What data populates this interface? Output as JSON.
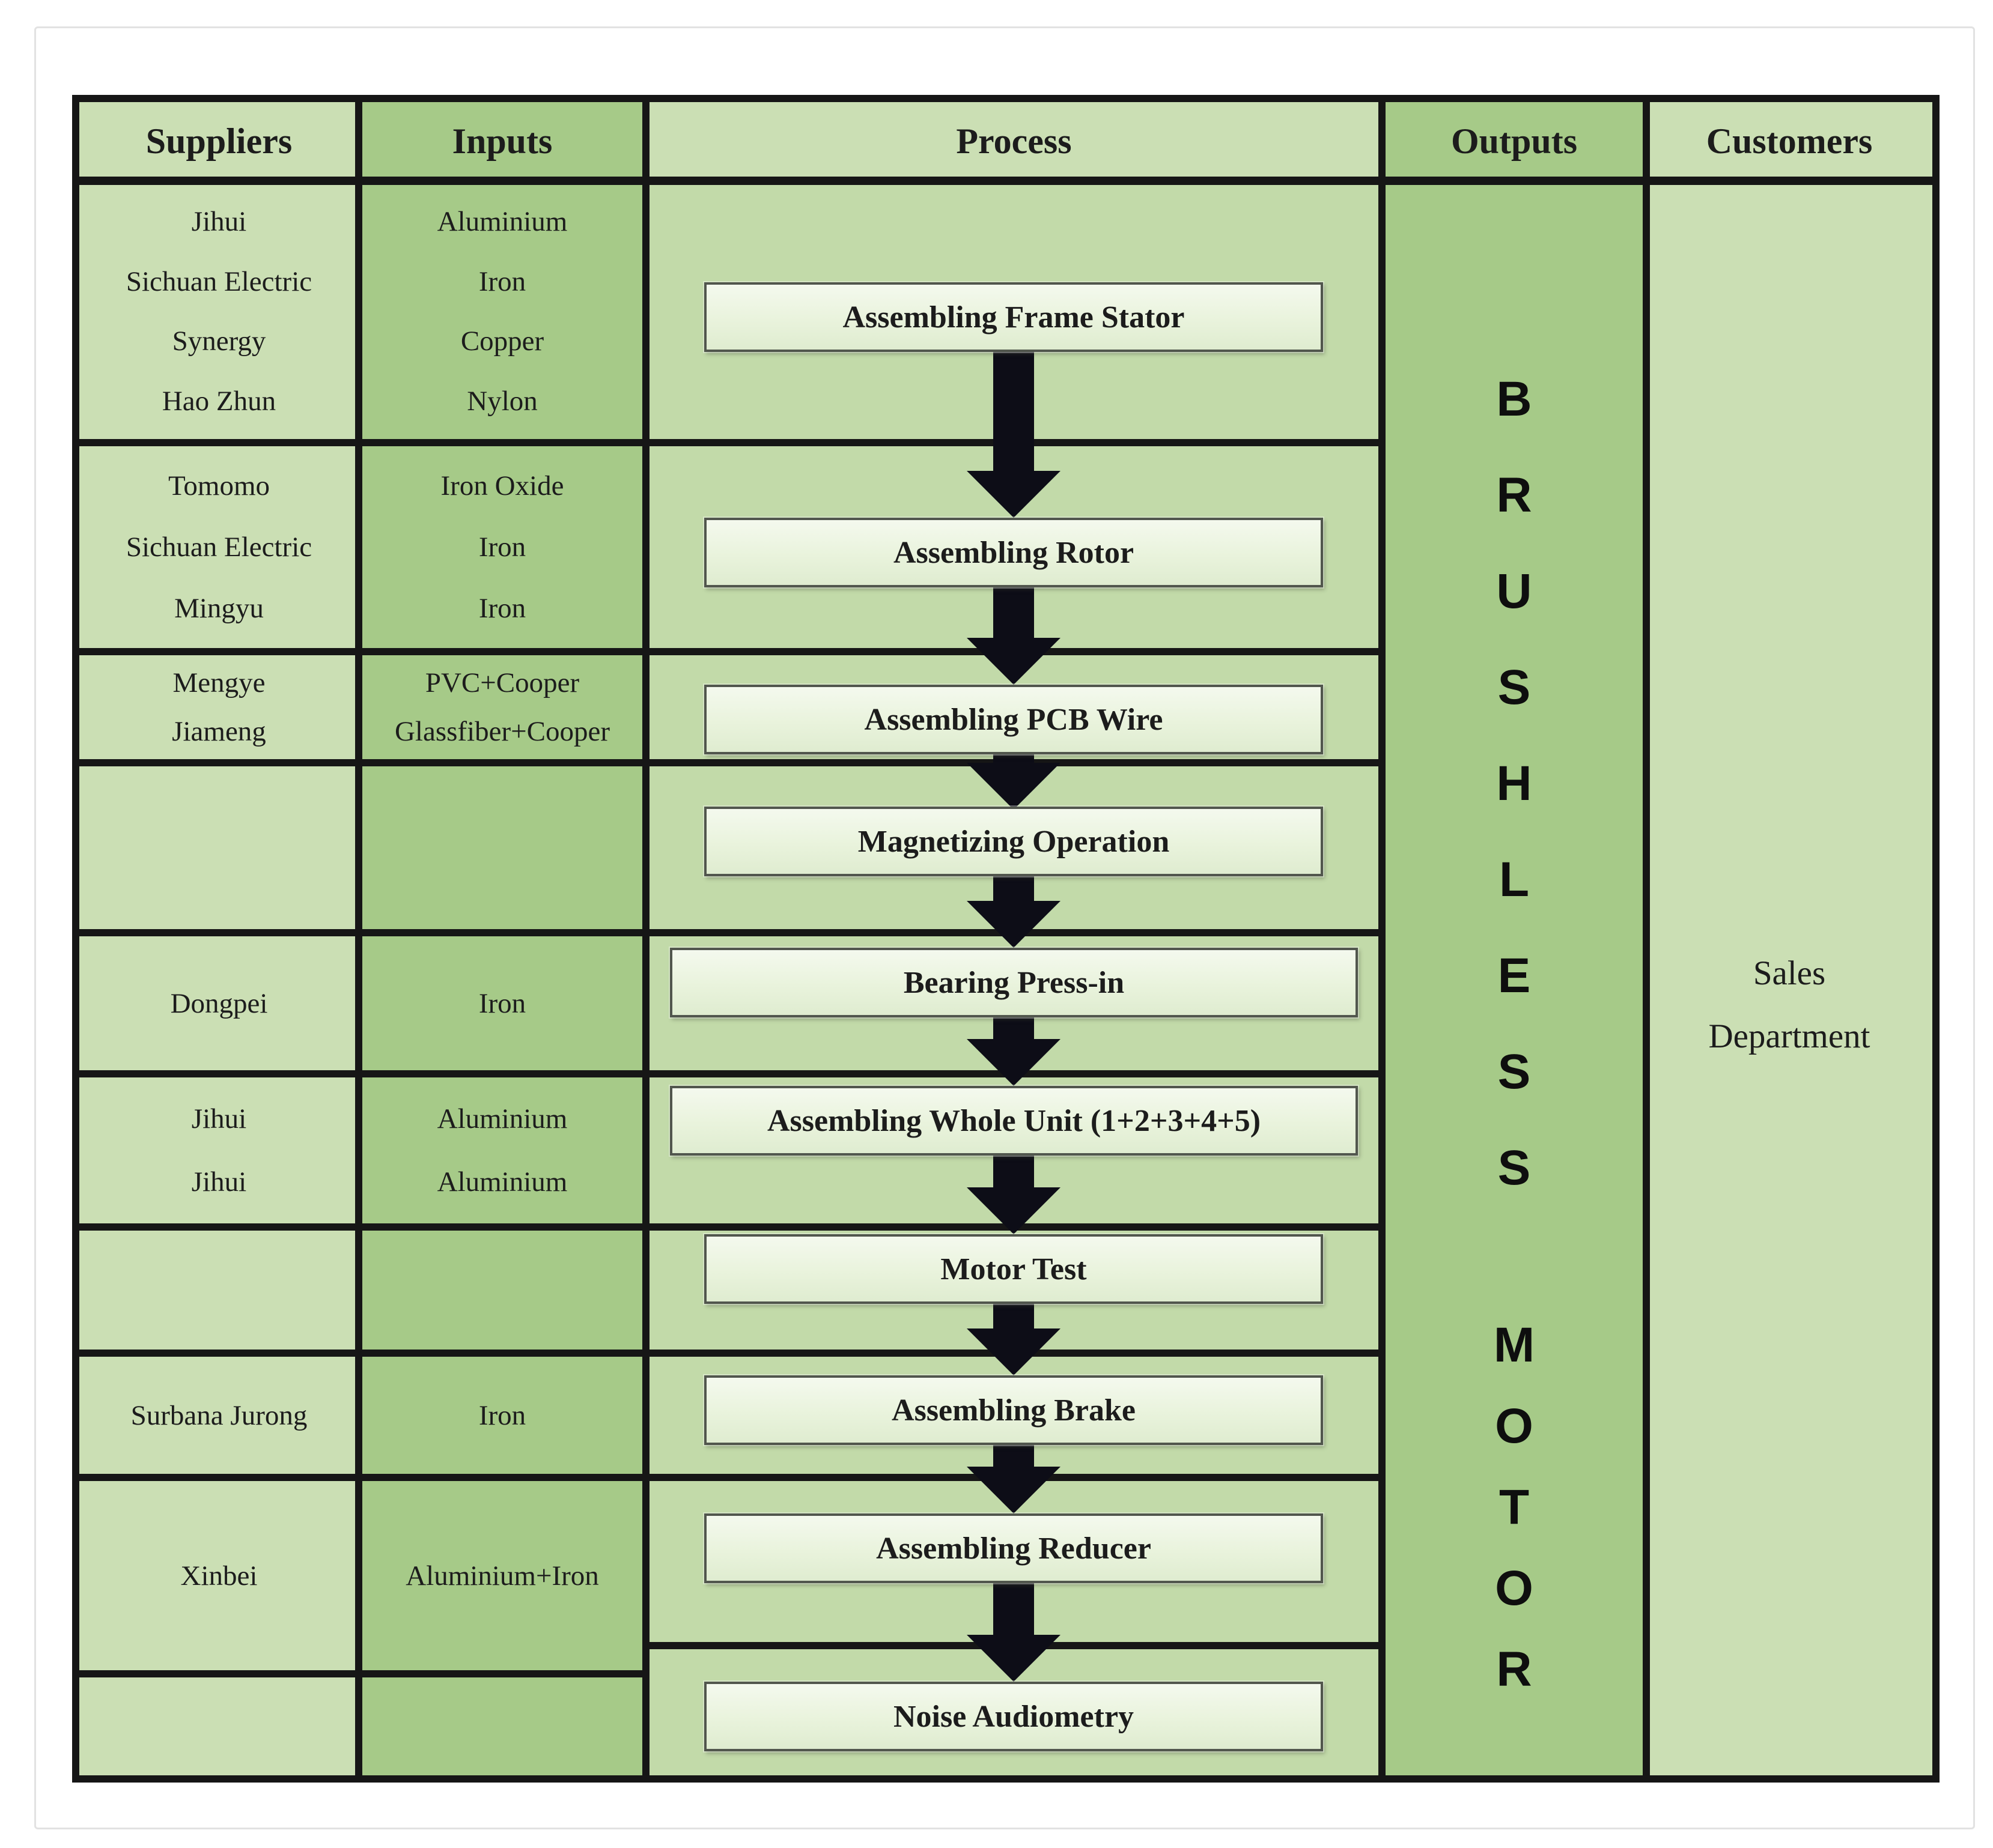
{
  "diagram": {
    "headers": [
      "Suppliers",
      "Inputs",
      "Process",
      "Outputs",
      "Customers"
    ],
    "groups": [
      {
        "suppliers": [
          "Jihui",
          "Sichuan Electric",
          "Synergy",
          "Hao Zhun"
        ],
        "inputs": [
          "Aluminium",
          "Iron",
          "Copper",
          "Nylon"
        ]
      },
      {
        "suppliers": [
          "Tomomo",
          "Sichuan Electric",
          "Mingyu"
        ],
        "inputs": [
          "Iron Oxide",
          "Iron",
          "Iron"
        ]
      },
      {
        "suppliers": [
          "Mengye",
          "Jiameng"
        ],
        "inputs": [
          "PVC+Cooper",
          "Glassfiber+Cooper"
        ]
      },
      {
        "suppliers": [],
        "inputs": []
      },
      {
        "suppliers": [
          "Dongpei"
        ],
        "inputs": [
          "Iron"
        ]
      },
      {
        "suppliers": [
          "Jihui",
          "Jihui"
        ],
        "inputs": [
          "Aluminium",
          "Aluminium"
        ]
      },
      {
        "suppliers": [],
        "inputs": []
      },
      {
        "suppliers": [
          "Surbana Jurong"
        ],
        "inputs": [
          "Iron"
        ]
      },
      {
        "suppliers": [
          "Xinbei"
        ],
        "inputs": [
          "Aluminium+Iron"
        ]
      },
      {
        "suppliers": [],
        "inputs": []
      }
    ],
    "process": {
      "steps": [
        "Assembling Frame Stator",
        "Assembling Rotor",
        "Assembling PCB Wire",
        "Magnetizing Operation",
        "Bearing Press-in",
        "Assembling Whole Unit (1+2+3+4+5)",
        "Motor Test",
        "Assembling Brake",
        "Assembling Reducer",
        "Noise Audiometry"
      ]
    },
    "outputs": {
      "word1": "BRUSHLESS",
      "word2": "MOTOR"
    },
    "customers": {
      "label": "Sales Department"
    }
  },
  "colors": {
    "cell_light": "#cbdfb4",
    "cell_medium": "#a6ca88",
    "process_bg": "#c2daa9",
    "process_box_fill": "#e9f3dc",
    "grid_border": "#161616",
    "arrow": "#0d0d17"
  }
}
